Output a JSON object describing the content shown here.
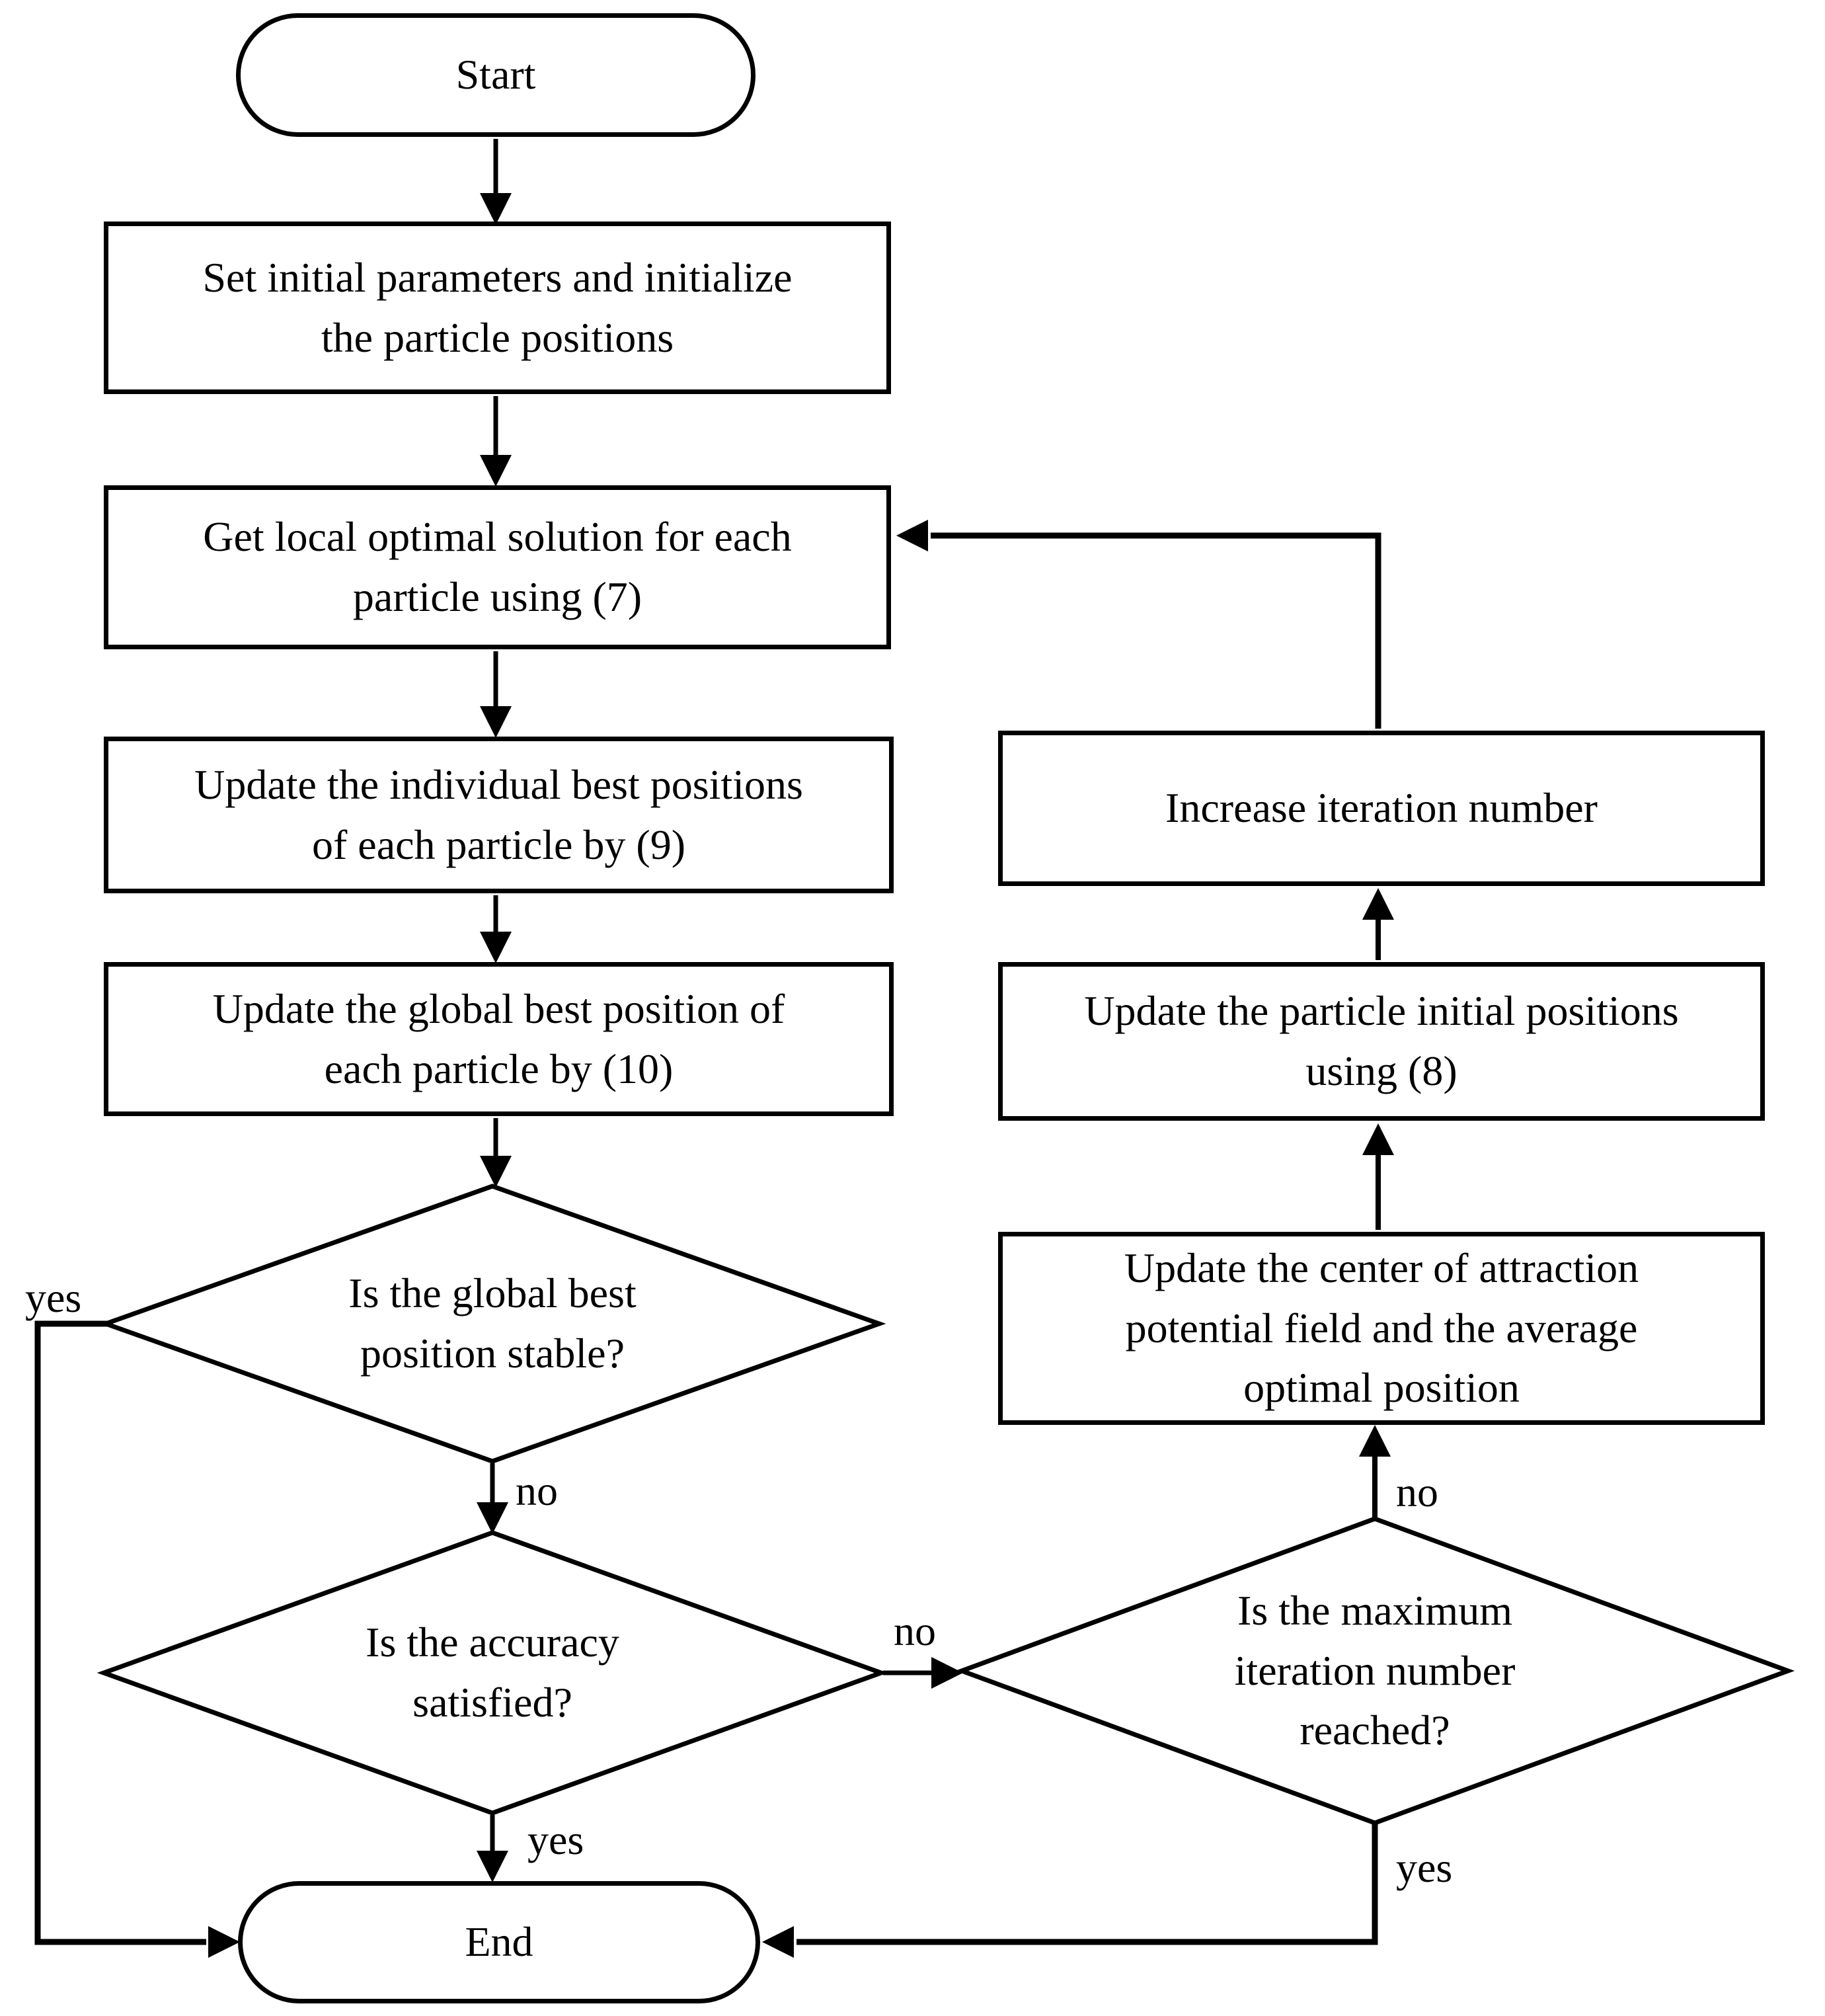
{
  "diagram": {
    "type": "flowchart",
    "colors": {
      "stroke": "#000000",
      "background": "#ffffff",
      "text": "#000000"
    },
    "nodes": {
      "start": {
        "shape": "terminator",
        "lines": [
          "Start"
        ]
      },
      "set_initial": {
        "shape": "process",
        "lines": [
          "Set initial parameters and initialize",
          "the particle positions"
        ]
      },
      "get_local": {
        "shape": "process",
        "lines": [
          "Get local optimal solution for each",
          "particle using (7)"
        ]
      },
      "update_individual": {
        "shape": "process",
        "lines": [
          "Update the individual best positions",
          "of each particle by (9)"
        ]
      },
      "update_global": {
        "shape": "process",
        "lines": [
          "Update the global best position of",
          "each particle by (10)"
        ]
      },
      "global_stable": {
        "shape": "decision",
        "lines": [
          "Is the global best",
          "position stable?"
        ]
      },
      "accuracy": {
        "shape": "decision",
        "lines": [
          "Is the accuracy",
          "satisfied?"
        ]
      },
      "max_iteration": {
        "shape": "decision",
        "lines": [
          "Is the maximum",
          "iteration number",
          "reached?"
        ]
      },
      "increase_iteration": {
        "shape": "process",
        "lines": [
          "Increase iteration number"
        ]
      },
      "update_particle_init": {
        "shape": "process",
        "lines": [
          "Update the particle initial positions",
          "using (8)"
        ]
      },
      "update_center": {
        "shape": "process",
        "lines": [
          "Update the center of attraction",
          "potential field and the average",
          "optimal position"
        ]
      },
      "end": {
        "shape": "terminator",
        "lines": [
          "End"
        ]
      }
    },
    "edge_labels": {
      "global_stable_yes": "yes",
      "global_stable_no": "no",
      "accuracy_no": "no",
      "accuracy_yes": "yes",
      "max_iteration_no": "no",
      "max_iteration_yes": "yes"
    }
  }
}
